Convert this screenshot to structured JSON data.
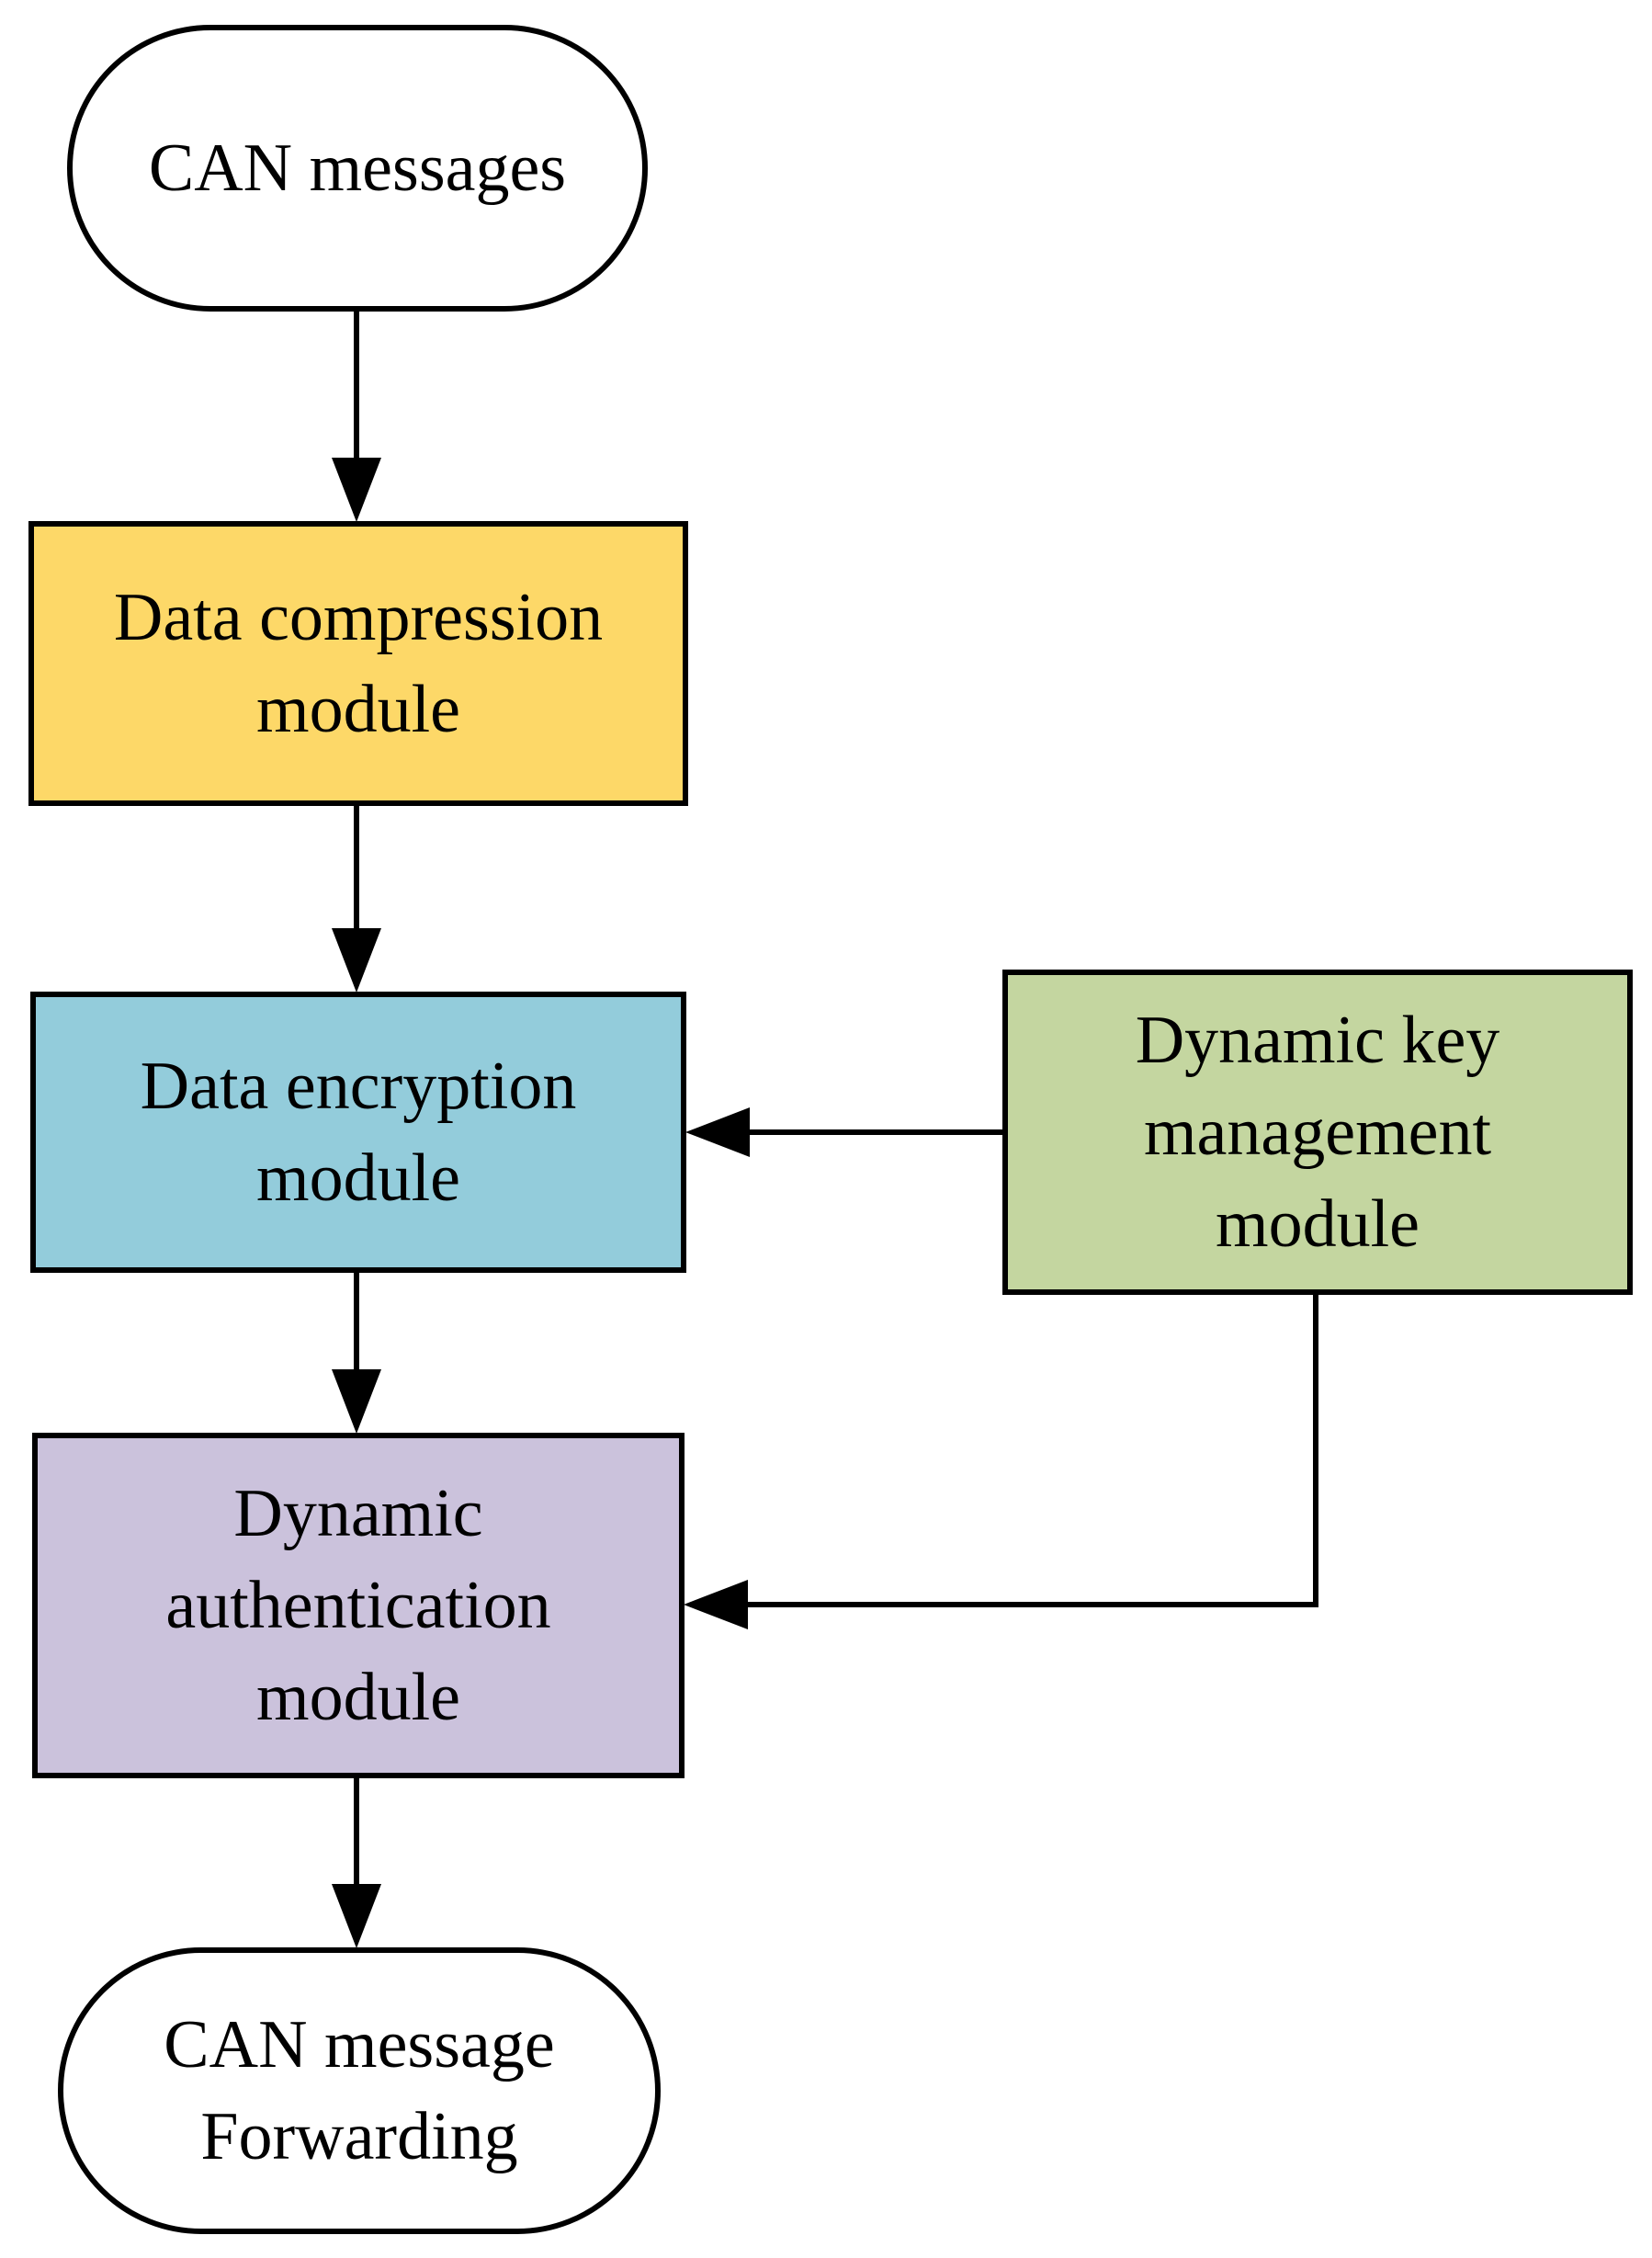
{
  "diagram": {
    "nodes": [
      {
        "id": "can-messages",
        "shape": "terminal",
        "fill": "#ffffff",
        "lines": [
          "CAN messages"
        ]
      },
      {
        "id": "data-compression",
        "shape": "process",
        "fill": "#fdd868",
        "lines": [
          "Data compression",
          "module"
        ]
      },
      {
        "id": "data-encryption",
        "shape": "process",
        "fill": "#93ccdb",
        "lines": [
          "Data encryption",
          "module"
        ]
      },
      {
        "id": "dynamic-key-management",
        "shape": "process",
        "fill": "#c4d6a0",
        "lines": [
          "Dynamic key",
          "management",
          "module"
        ]
      },
      {
        "id": "dynamic-authentication",
        "shape": "process",
        "fill": "#cbc2dc",
        "lines": [
          "Dynamic",
          "authentication",
          "module"
        ]
      },
      {
        "id": "can-message-forwarding",
        "shape": "terminal",
        "fill": "#ffffff",
        "lines": [
          "CAN message",
          "Forwarding"
        ]
      }
    ],
    "edges": [
      {
        "from": "can-messages",
        "to": "data-compression"
      },
      {
        "from": "data-compression",
        "to": "data-encryption"
      },
      {
        "from": "data-encryption",
        "to": "dynamic-authentication"
      },
      {
        "from": "dynamic-authentication",
        "to": "can-message-forwarding"
      },
      {
        "from": "dynamic-key-management",
        "to": "data-encryption"
      },
      {
        "from": "dynamic-key-management",
        "to": "dynamic-authentication"
      }
    ]
  }
}
